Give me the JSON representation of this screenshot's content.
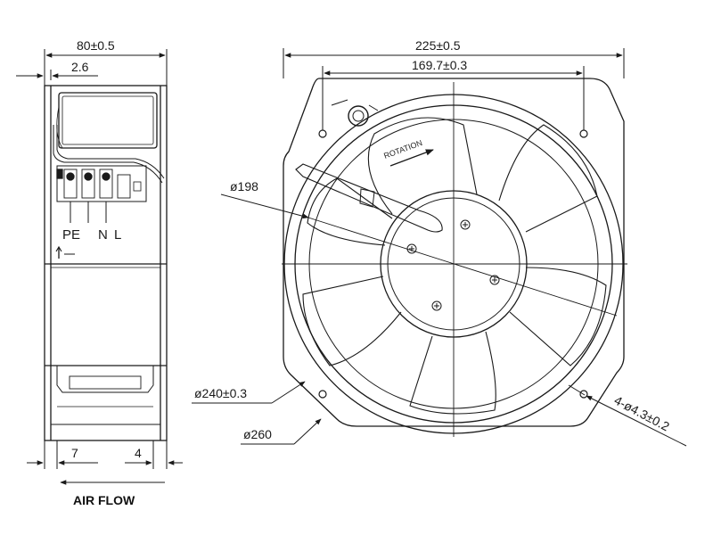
{
  "side_view": {
    "dim_width": "80±0.5",
    "dim_flange": "2.6",
    "dim_left": "7",
    "dim_right": "4",
    "terminal_pe": "PE",
    "terminal_n": "N",
    "terminal_l": "L",
    "airflow_label": "AIR FLOW"
  },
  "front_view": {
    "dim_overall": "225±0.5",
    "dim_hole_spacing": "169.7±0.3",
    "dim_d198": "ø198",
    "dim_d240": "ø240±0.3",
    "dim_d260": "ø260",
    "dim_holes": "4-ø4.3±0.2",
    "rotation_label": "ROTATION"
  },
  "colors": {
    "line": "#1a1a1a",
    "background": "#ffffff"
  }
}
